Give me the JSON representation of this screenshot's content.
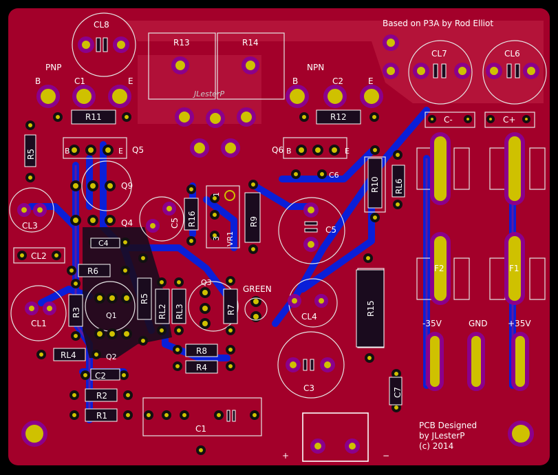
{
  "header": {
    "based_on": "Based on P3A by Rod Elliot"
  },
  "footer": {
    "designed": "PCB Designed",
    "by": "by JLesterP",
    "copyright": "(c) 2014",
    "plus": "+",
    "minus": "−"
  },
  "mirrored_text": "JLesterP",
  "labels": {
    "pnp": "PNP",
    "npn": "NPN",
    "b1": "B",
    "c1": "C1",
    "e1": "E",
    "b2": "B",
    "c2": "C2",
    "e2": "E",
    "q5_b": "B",
    "q5_e": "E",
    "q6_b": "B",
    "q6_e": "E",
    "cl8": "CL8",
    "cl7": "CL7",
    "cl6": "CL6",
    "cl3": "CL3",
    "cl2": "CL2",
    "cl1": "CL1",
    "r13": "R13",
    "r14": "R14",
    "r11": "R11",
    "r12": "R12",
    "r5_left": "R5",
    "q5": "Q5",
    "q6": "Q6",
    "q9": "Q9",
    "q4": "Q4",
    "q1": "Q1",
    "q2": "Q2",
    "q3": "Q3",
    "c6": "C6",
    "c5_cap": "C5",
    "c4": "C4",
    "c5": "C5",
    "c4_cap": "CL4",
    "c3": "C3",
    "r10": "R10",
    "rl6": "RL6",
    "r9": "R9",
    "r16": "R16",
    "vr1": "VR1",
    "vr1_1": "1",
    "vr1_3": "3",
    "r6": "R6",
    "r3": "R3",
    "r5": "R5",
    "rl2": "RL2",
    "rl3": "RL3",
    "r7": "R7",
    "green": "GREEN",
    "r15": "R15",
    "r8": "R8",
    "r4": "R4",
    "rl4": "RL4",
    "r2": "R2",
    "r1": "R1",
    "c7": "C7",
    "cminus": "C-",
    "cplus": "C+",
    "f2": "F2",
    "f1": "F1",
    "m35v": "-35V",
    "gnd": "GND",
    "p35v": "+35V"
  },
  "colors": {
    "board": "#a3002a",
    "board_edge": "#000000",
    "bottom_copper": "#0a1fd8",
    "pad": "#cfc100",
    "pad_ring": "#8b008b",
    "silkscreen": "#ffffff"
  }
}
